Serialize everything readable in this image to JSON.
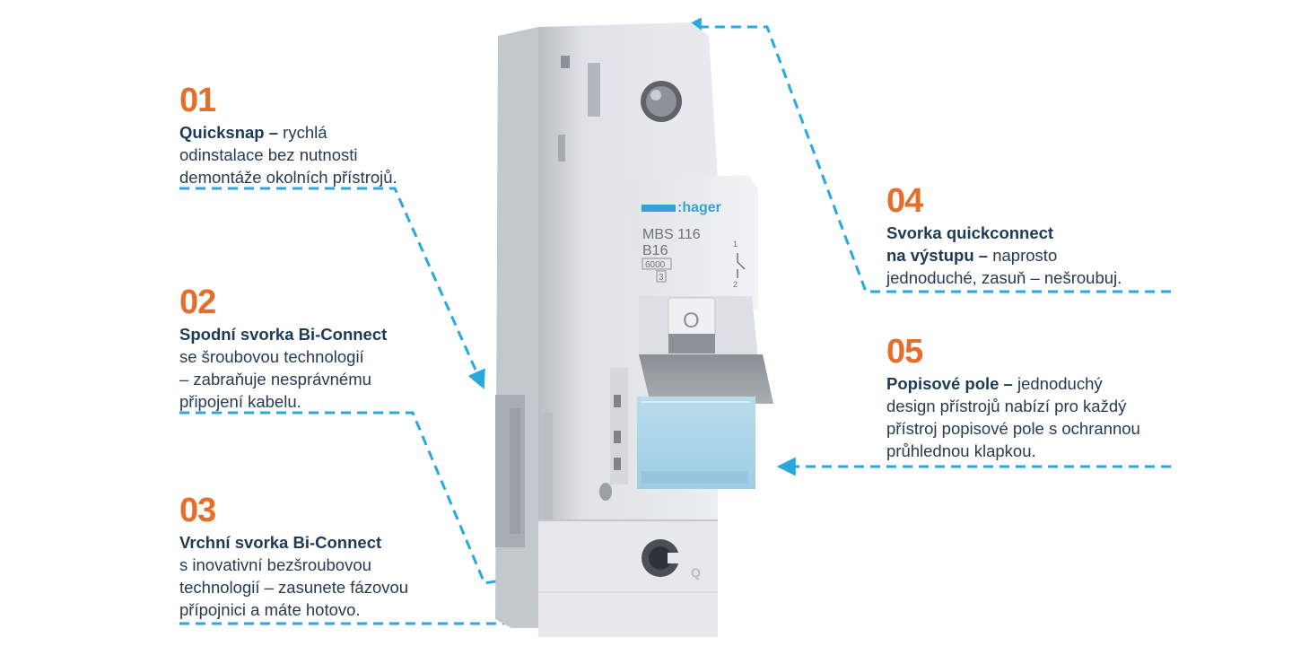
{
  "colors": {
    "accent_orange": "#e56f2a",
    "text_navy": "#243b52",
    "dash_blue": "#29a8e0",
    "brand_blue": "#3a9fd8"
  },
  "callouts": [
    {
      "number": "01",
      "bold": "Quicksnap –",
      "rest": " rychlá\nodinstalace bez nutnosti\ndemontáže okolních přístrojů."
    },
    {
      "number": "02",
      "bold": "Spodní svorka Bi-Connect",
      "rest": "\nse šroubovou technologií\n– zabraňuje nesprávnému\npřipojení kabelu."
    },
    {
      "number": "03",
      "bold": "Vrchní svorka Bi-Connect",
      "rest": "\ns inovativní bezšroubovou\ntechnologií – zasunete fázovou\npřípojnici a máte hotovo."
    },
    {
      "number": "04",
      "bold": "Svorka quickconnect\nna výstupu –",
      "rest": " naprosto\njednoduché, zasuň – nešroubuj."
    },
    {
      "number": "05",
      "bold": "Popisové pole –",
      "rest": " jednoduchý\ndesign přístrojů nabízí pro každý\npřístroj popisové pole s ochrannou\nprůhlednou klapkou."
    }
  ],
  "device": {
    "brand": ":hager",
    "model": "MBS 116",
    "rating": "B16",
    "capacity": "6000",
    "class": "3",
    "terminal_top": "1",
    "terminal_bottom": "2",
    "switch_symbol": "O",
    "logo_letter": "Q"
  }
}
